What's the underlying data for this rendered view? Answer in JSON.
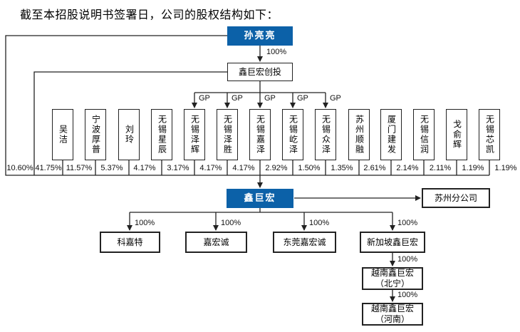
{
  "title": "截至本招股说明书签署日，公司的股权结构如下：",
  "colors": {
    "accent_blue": "#0c61a8",
    "line": "#222222"
  },
  "top": {
    "controller": "孙亮亮",
    "ownership_to_gp_company": "100%",
    "gp_company": "鑫巨宏创投",
    "gp_label": "GP",
    "controller_direct_pct": "10.60%",
    "gp_company_pct": "41.75%"
  },
  "shareholders": [
    {
      "name": "吴洁",
      "pct": "11.57%"
    },
    {
      "name": "宁波厚普",
      "pct": "5.37%"
    },
    {
      "name": "刘玲",
      "pct": "4.17%"
    },
    {
      "name": "无锡星辰",
      "pct": "3.17%"
    },
    {
      "name": "无锡泽辉",
      "pct": "4.17%",
      "gp": true
    },
    {
      "name": "无锡泽胜",
      "pct": "4.17%",
      "gp": true
    },
    {
      "name": "无锡嘉泽",
      "pct": "2.92%",
      "gp": true
    },
    {
      "name": "无锡屹泽",
      "pct": "1.50%",
      "gp": true
    },
    {
      "name": "无锡众泽",
      "pct": "1.35%",
      "gp": true
    },
    {
      "name": "苏州顺融",
      "pct": "2.61%"
    },
    {
      "name": "厦门建发",
      "pct": "2.14%"
    },
    {
      "name": "无锡信润",
      "pct": "2.11%"
    },
    {
      "name": "戈俞辉",
      "pct": "1.19%"
    },
    {
      "name": "无锡芯凯",
      "pct": "1.19%"
    }
  ],
  "company": "鑫巨宏",
  "branch": "苏州分公司",
  "subsidiaries": [
    {
      "name": "科嘉特",
      "pct": "100%"
    },
    {
      "name": "嘉宏诚",
      "pct": "100%"
    },
    {
      "name": "东莞嘉宏诚",
      "pct": "100%"
    },
    {
      "name": "新加坡鑫巨宏",
      "pct": "100%"
    }
  ],
  "vietnam": [
    {
      "line1": "越南鑫巨宏",
      "line2": "（北宁）",
      "pct": "100%"
    },
    {
      "line1": "越南鑫巨宏",
      "line2": "（河南）",
      "pct": "100%"
    }
  ]
}
